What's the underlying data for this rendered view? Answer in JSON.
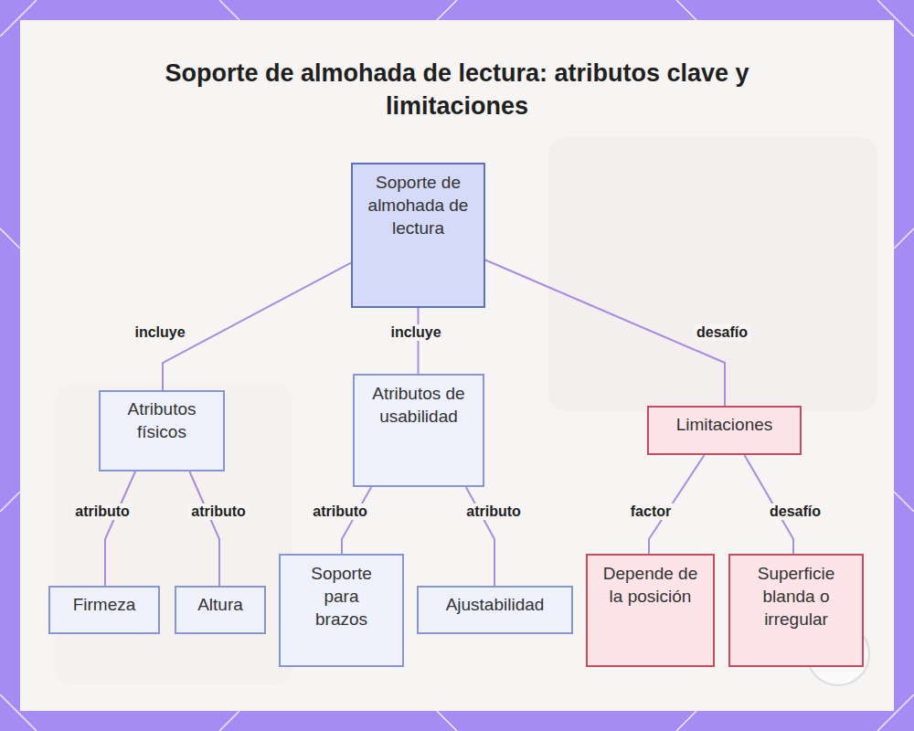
{
  "diagram": {
    "title": "Soporte de almohada de lectura: atributos clave y limitaciones",
    "nodes": [
      {
        "text": [
          "Soporte de almohada de lectura"
        ]
      },
      {
        "text": [
          "Atributos físicos"
        ]
      },
      {
        "text": [
          "Atributos de usabilidad"
        ]
      },
      {
        "text": [
          "Limitaciones"
        ]
      },
      {
        "text": [
          "Firmeza"
        ]
      },
      {
        "text": [
          "Altura"
        ]
      },
      {
        "text": [
          "Soporte para brazos"
        ]
      },
      {
        "text": [
          "Ajustabilidad"
        ]
      },
      {
        "text": [
          "Depende de la posición"
        ]
      },
      {
        "text": [
          "Superficie blanda o irregular"
        ]
      }
    ],
    "edges": [
      {
        "from": 0,
        "to": 1,
        "label": "incluye",
        "arrow": "none"
      },
      {
        "from": 0,
        "to": 2,
        "label": "incluye",
        "arrow": "none"
      },
      {
        "from": 0,
        "to": 3,
        "label": "desafío",
        "arrow": "none"
      },
      {
        "from": 1,
        "to": 4,
        "label": "atributo",
        "arrow": "none"
      },
      {
        "from": 1,
        "to": 5,
        "label": "atributo",
        "arrow": "none"
      },
      {
        "from": 2,
        "to": 6,
        "label": "atributo",
        "arrow": "none"
      },
      {
        "from": 2,
        "to": 7,
        "label": "atributo",
        "arrow": "none"
      },
      {
        "from": 3,
        "to": 8,
        "label": "factor",
        "arrow": "none"
      },
      {
        "from": 3,
        "to": 9,
        "label": "desafío",
        "arrow": "none"
      }
    ]
  }
}
